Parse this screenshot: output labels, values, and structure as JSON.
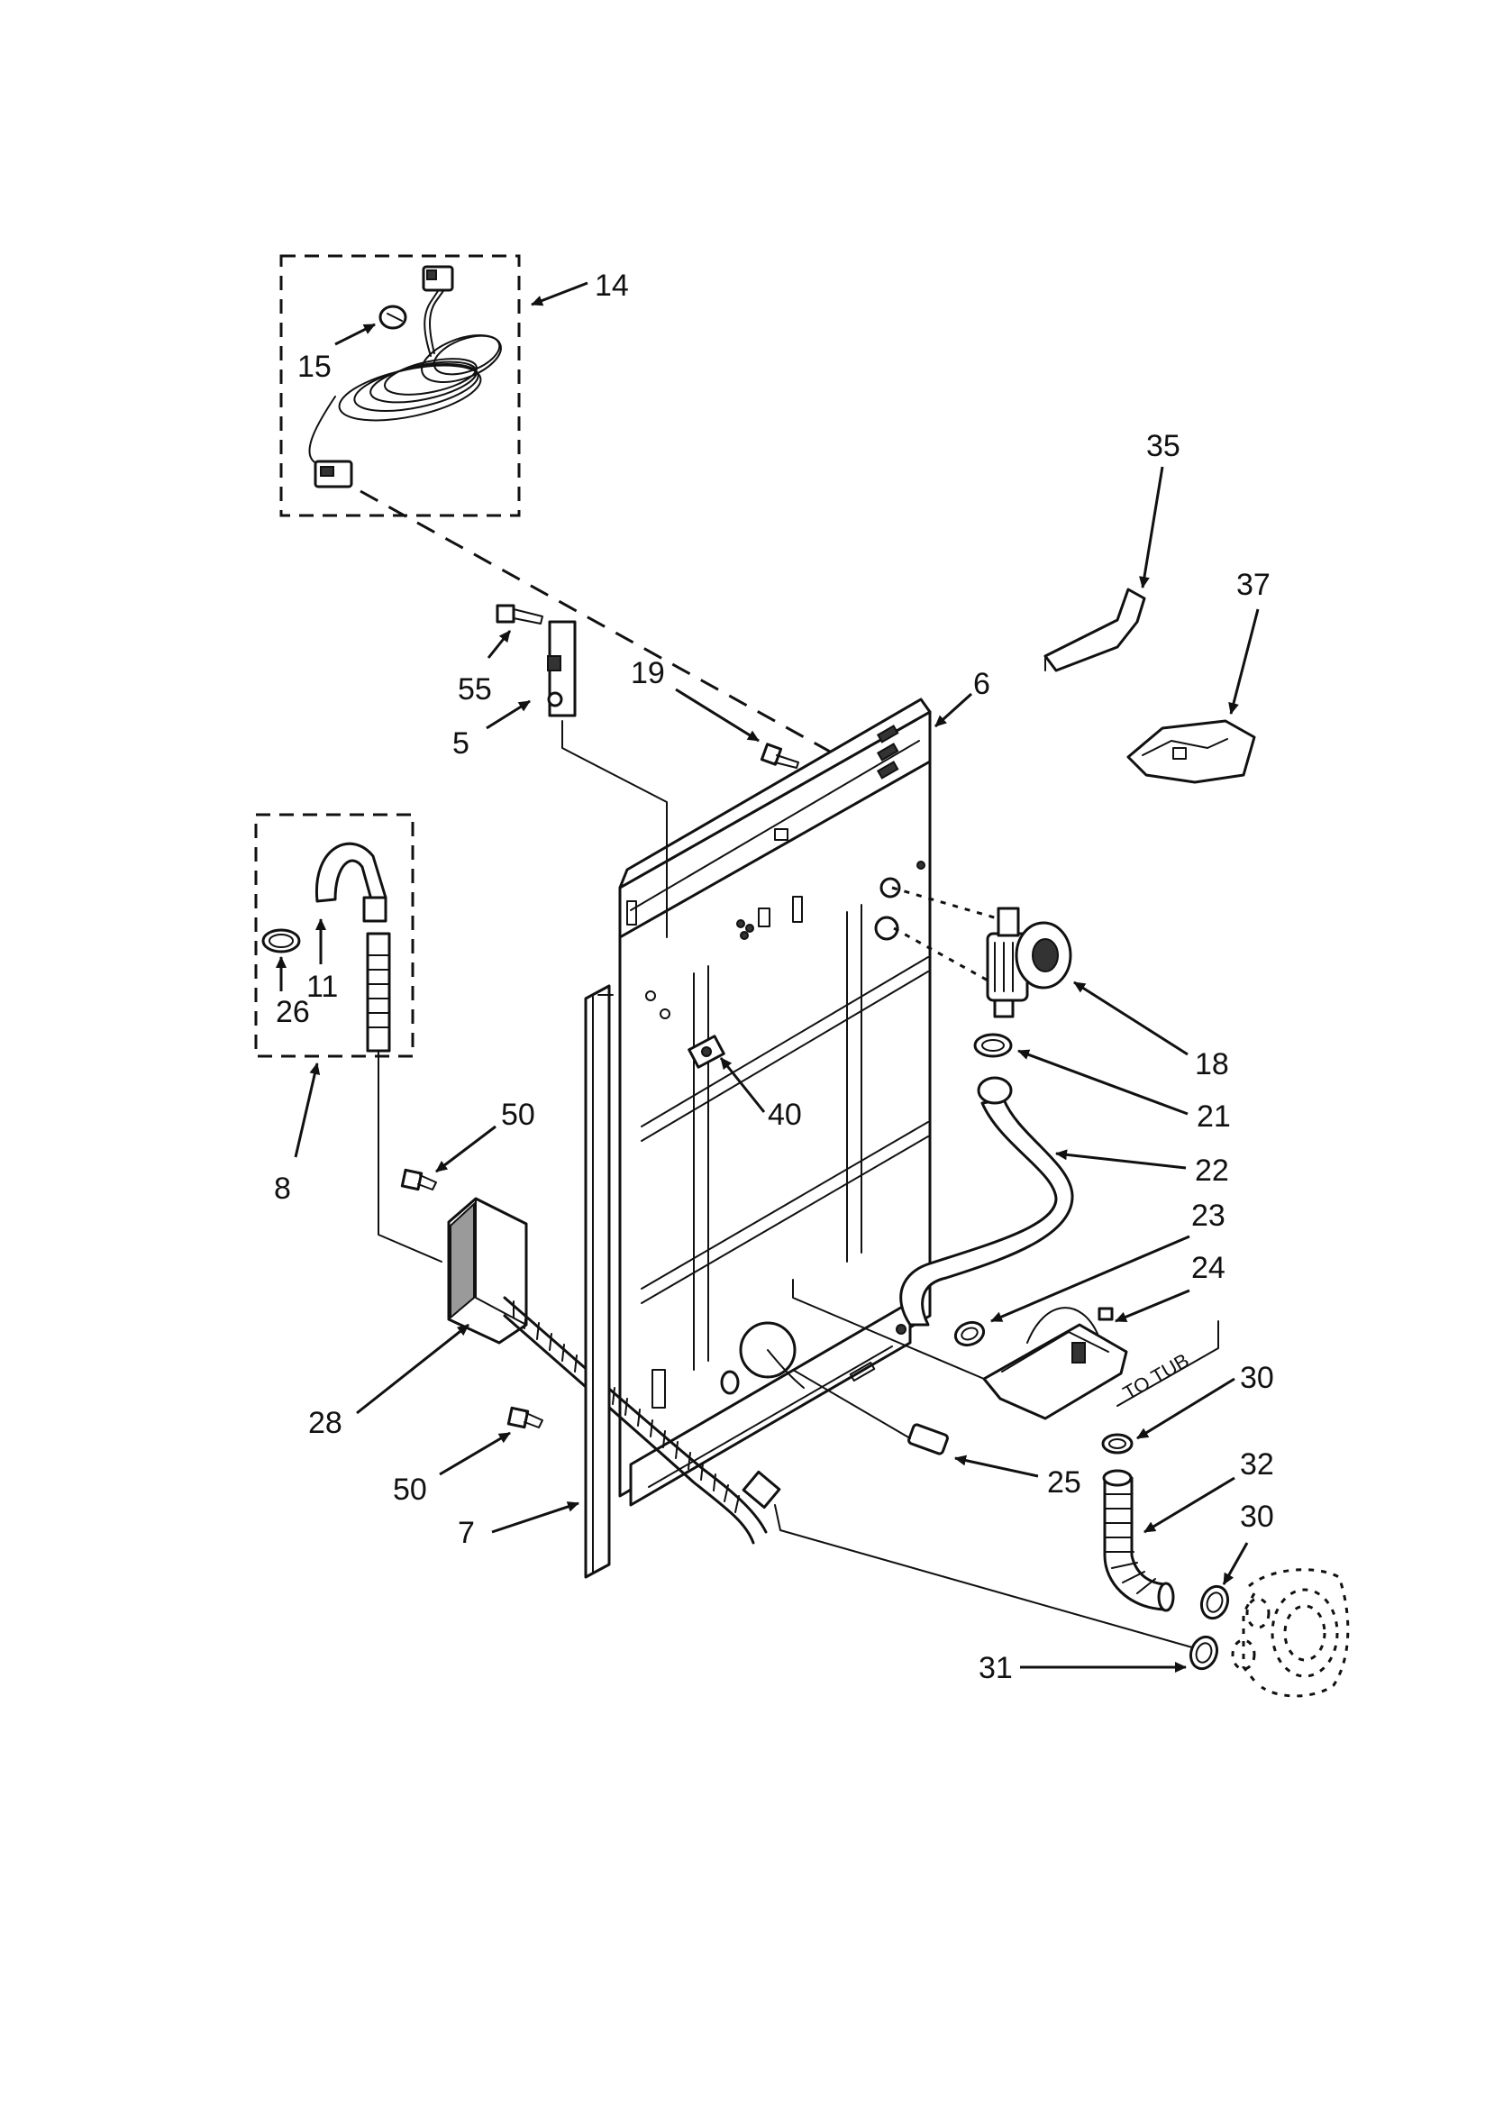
{
  "callouts": {
    "c14": "14",
    "c15": "15",
    "c35": "35",
    "c37": "37",
    "c55": "55",
    "c19": "19",
    "c6": "6",
    "c5": "5",
    "c11": "11",
    "c26": "26",
    "c8": "8",
    "c18": "18",
    "c21": "21",
    "c22": "22",
    "c40": "40",
    "c50a": "50",
    "c23": "23",
    "c24": "24",
    "c30a": "30",
    "c28": "28",
    "c25": "25",
    "c50b": "50",
    "c32": "32",
    "c7": "7",
    "c30b": "30",
    "c31": "31"
  },
  "notes": {
    "to_tub": "TO TUB"
  }
}
